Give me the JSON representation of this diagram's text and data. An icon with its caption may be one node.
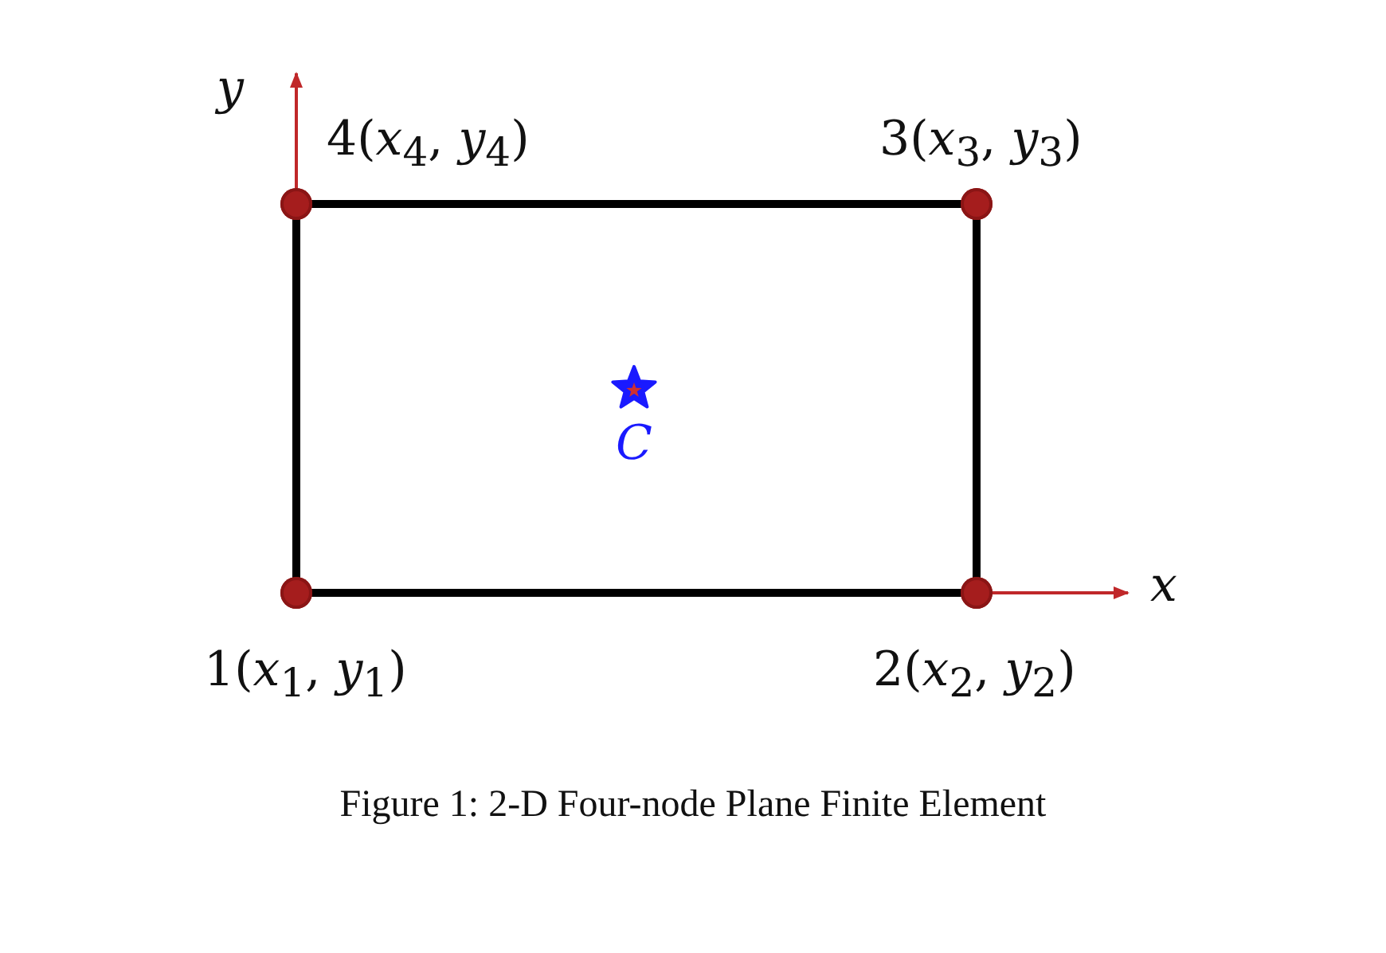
{
  "diagram": {
    "caption": "Figure 1: 2-D Four-node Plane Finite Element",
    "nodes": [
      {
        "text": [
          "4(*x*$_{4}$, *y*$_{4}$)"
        ]
      },
      {
        "text": [
          "3(*x*$_{3}$, *y*$_{3}$)"
        ]
      },
      {
        "text": [
          "C"
        ]
      },
      {
        "text": [
          "1(*x*$_{1}$, *y*$_{1}$)"
        ]
      },
      {
        "text": [
          "2(*x*$_{2}$, *y*$_{2}$)"
        ]
      }
    ],
    "edges": [
      {
        "from": 0,
        "to": 1,
        "arrow": "none"
      },
      {
        "from": 1,
        "to": 4,
        "arrow": "none"
      },
      {
        "from": 4,
        "to": 3,
        "arrow": "none"
      },
      {
        "from": 3,
        "to": 0,
        "arrow": "none"
      }
    ],
    "labels": [
      "y",
      "x"
    ]
  }
}
